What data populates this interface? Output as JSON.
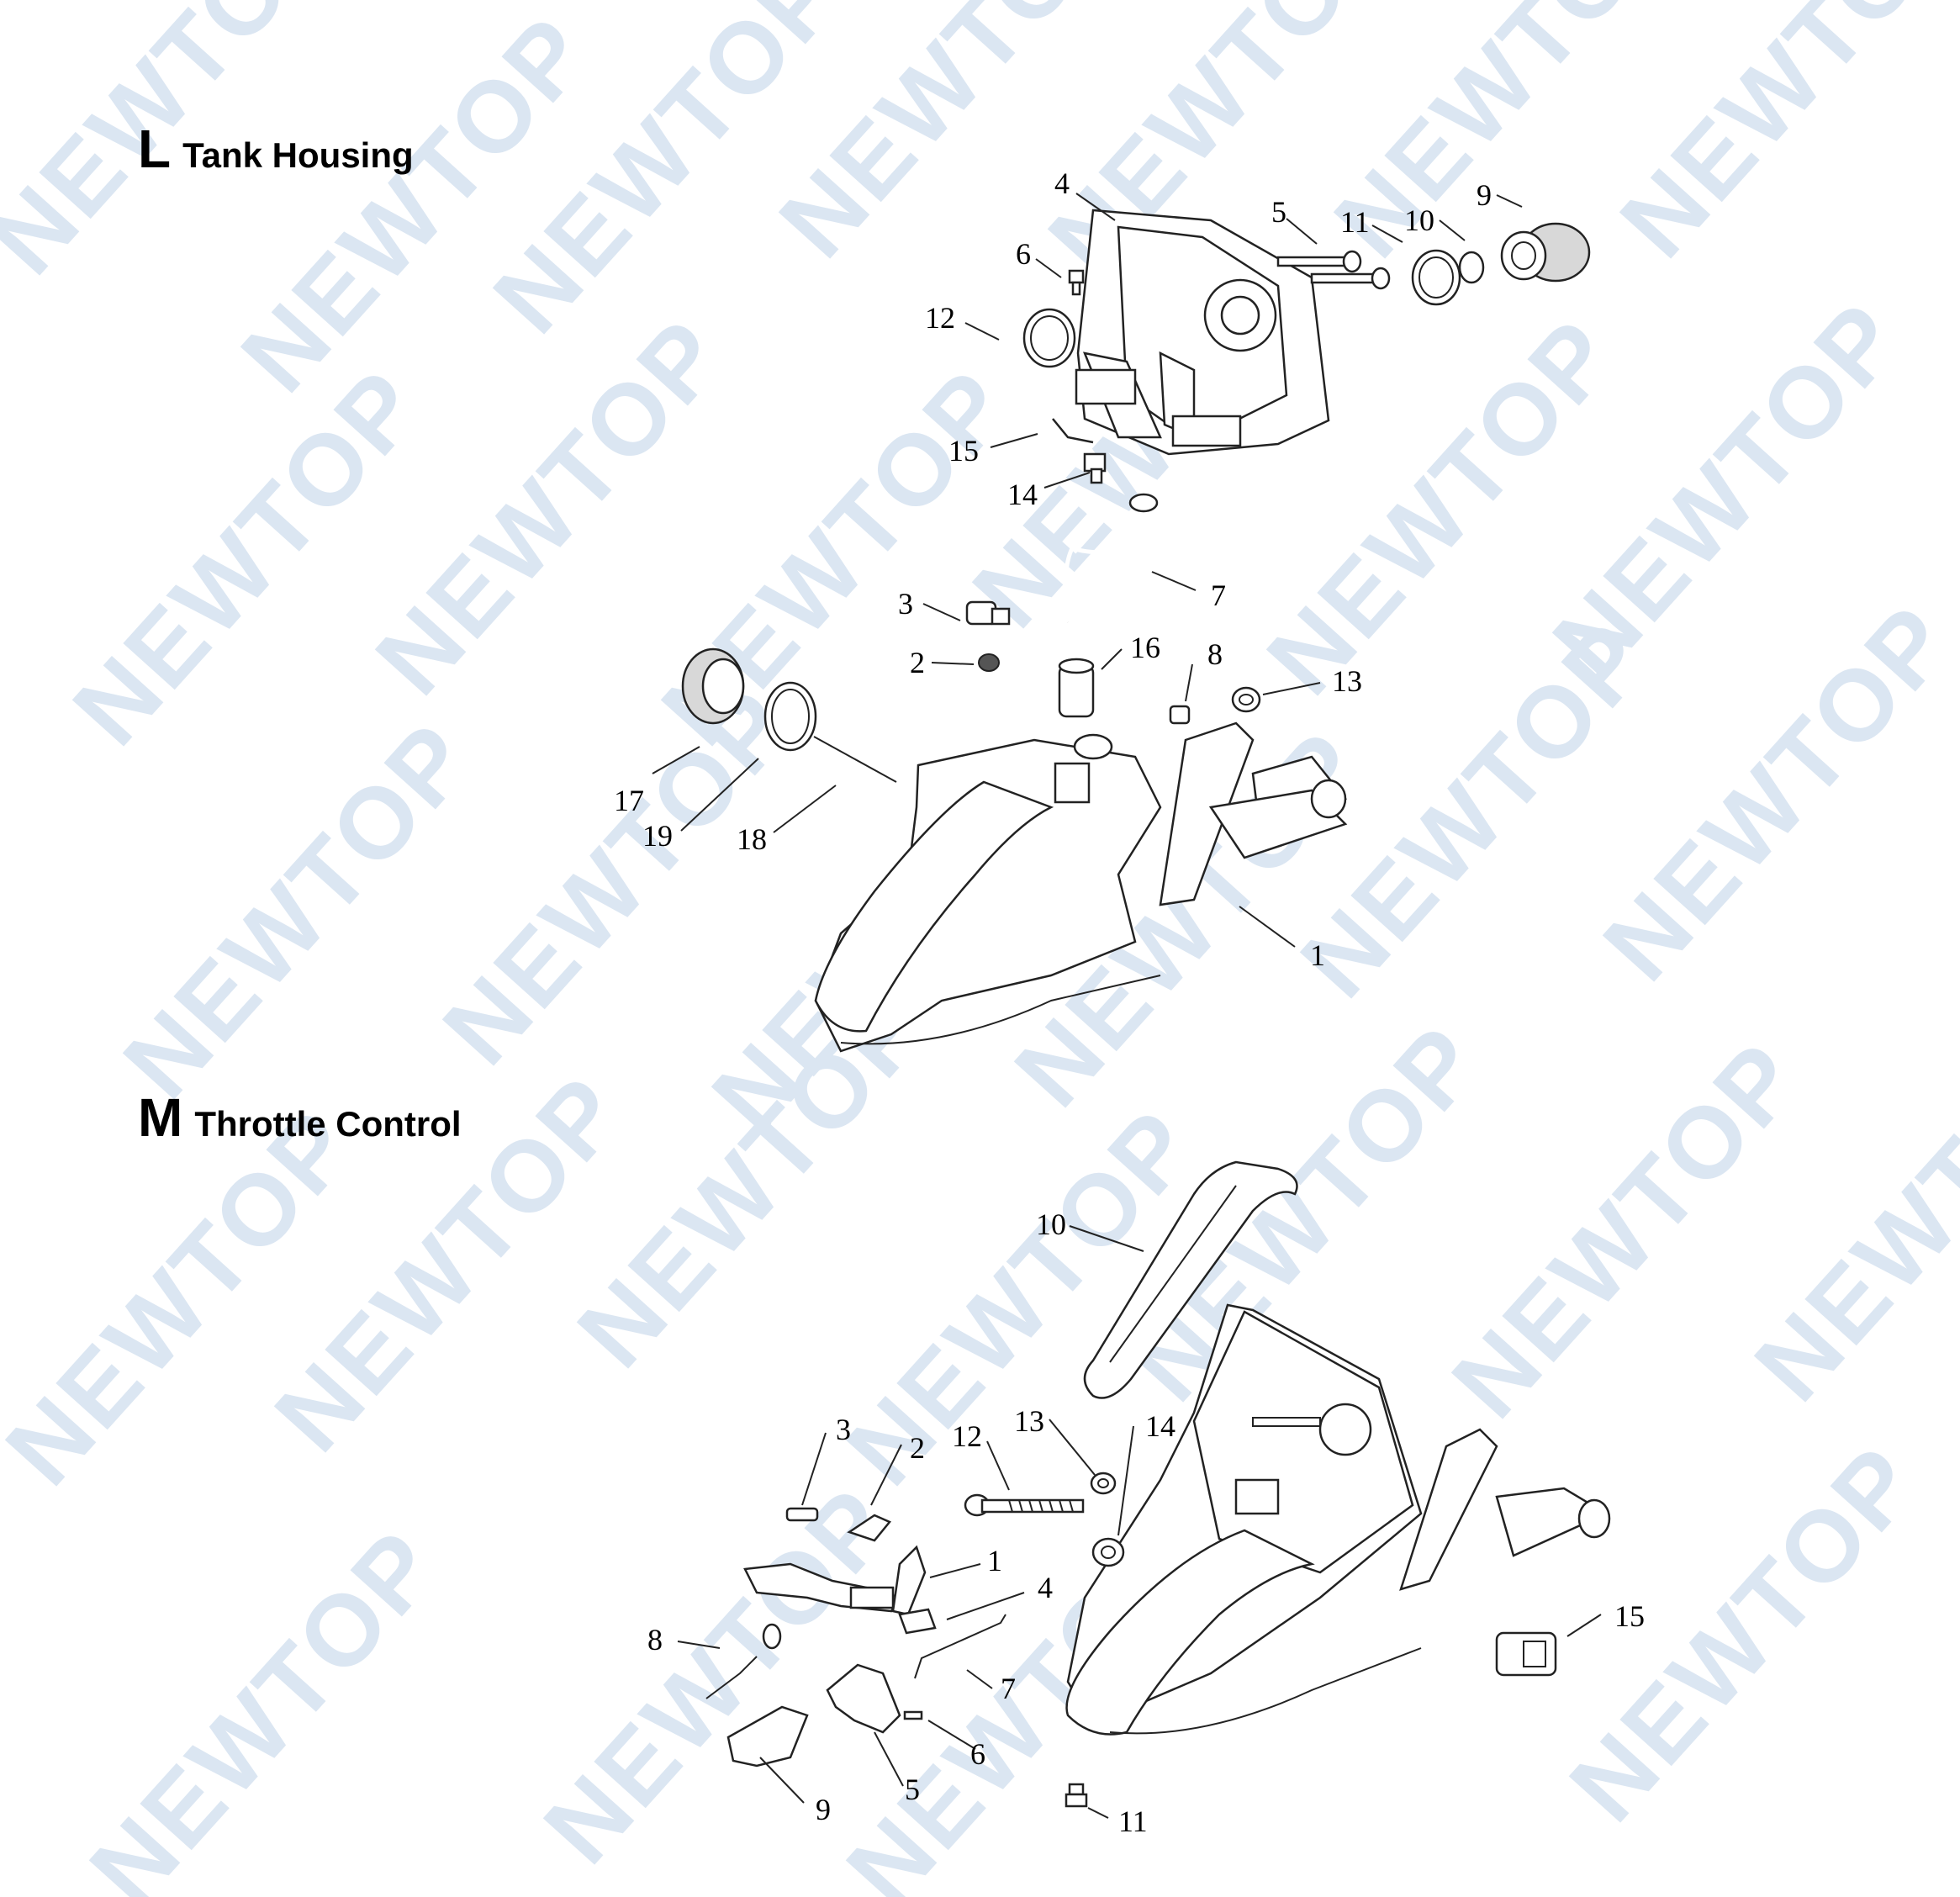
{
  "watermark": {
    "text": "NEWTOP",
    "color": "#dbe6f2"
  },
  "sections": [
    {
      "letter": "L",
      "title": "Tank Housing"
    },
    {
      "letter": "M",
      "title": "Throttle Control"
    }
  ],
  "callouts_L": [
    "4",
    "5",
    "11",
    "10",
    "9",
    "6",
    "12",
    "15",
    "14",
    "7",
    "3",
    "2",
    "16",
    "8",
    "13",
    "17",
    "19",
    "18",
    "1"
  ],
  "callouts_M": [
    "10",
    "3",
    "2",
    "12",
    "13",
    "14",
    "1",
    "4",
    "8",
    "7",
    "6",
    "5",
    "9",
    "11",
    "15"
  ]
}
